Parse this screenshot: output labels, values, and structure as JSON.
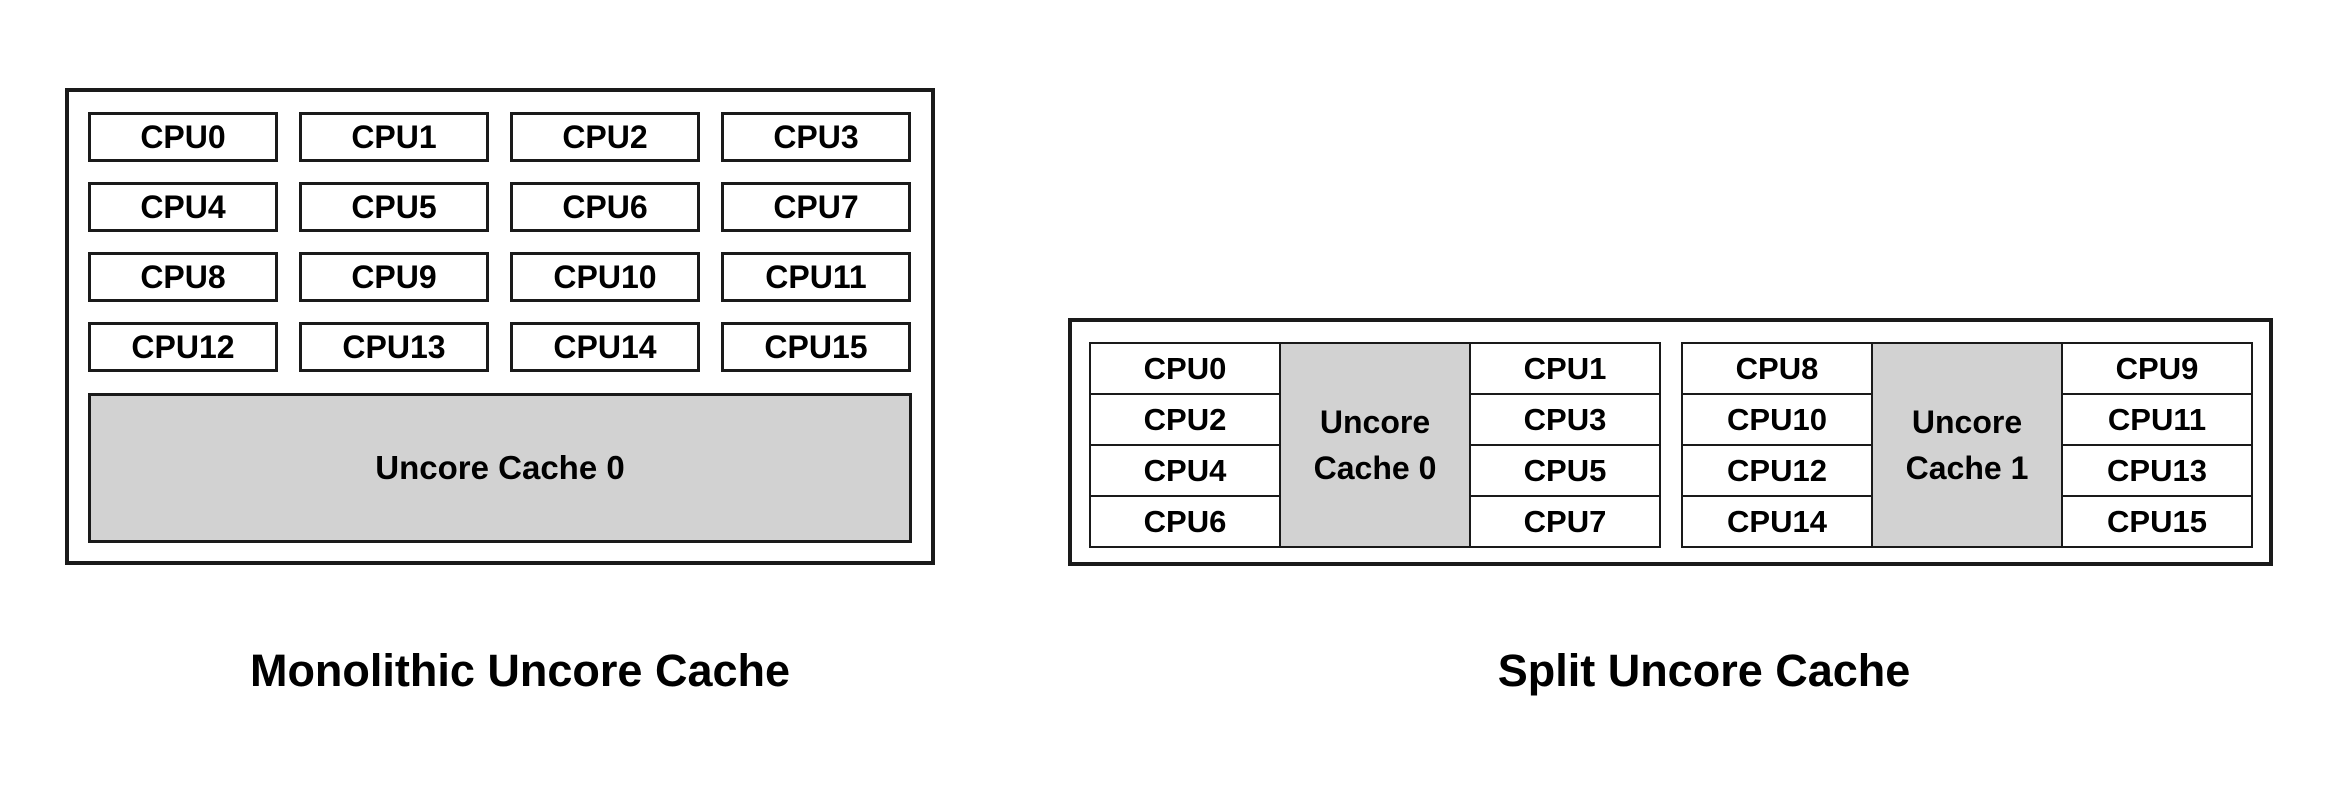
{
  "diagrams": {
    "monolithic": {
      "caption": "Monolithic Uncore Cache",
      "cache_label": "Uncore Cache 0",
      "cpus": [
        "CPU0",
        "CPU1",
        "CPU2",
        "CPU3",
        "CPU4",
        "CPU5",
        "CPU6",
        "CPU7",
        "CPU8",
        "CPU9",
        "CPU10",
        "CPU11",
        "CPU12",
        "CPU13",
        "CPU14",
        "CPU15"
      ]
    },
    "split": {
      "caption": "Split Uncore Cache",
      "clusters": [
        {
          "cache_label": "Uncore Cache 0",
          "left_cpus": [
            "CPU0",
            "CPU2",
            "CPU4",
            "CPU6"
          ],
          "right_cpus": [
            "CPU1",
            "CPU3",
            "CPU5",
            "CPU7"
          ]
        },
        {
          "cache_label": "Uncore Cache 1",
          "left_cpus": [
            "CPU8",
            "CPU10",
            "CPU12",
            "CPU14"
          ],
          "right_cpus": [
            "CPU9",
            "CPU11",
            "CPU13",
            "CPU15"
          ]
        }
      ]
    }
  },
  "colors": {
    "cache_fill": "#d2d2d2",
    "line": "#1a1a1a",
    "background": "#ffffff",
    "text": "#000000"
  }
}
